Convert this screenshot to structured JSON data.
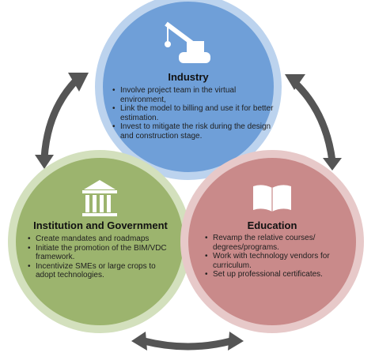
{
  "nodes": {
    "industry": {
      "title": "Industry",
      "bullets": [
        "Involve project team in the virtual environment,",
        "Link the model to billing and use it for better estimation.",
        "Invest to mitigate the risk during the design and construction stage."
      ],
      "fill": "#6f9fd8",
      "ring": "#bcd3ee",
      "icon": "crane-icon"
    },
    "institution": {
      "title": "Institution and Government",
      "bullets": [
        "Create mandates and roadmaps",
        "Initiate the promotion of the BIM/VDC  framework.",
        "Incentivize SMEs or large crops to adopt technologies."
      ],
      "fill": "#9cb46e",
      "ring": "#d3e0bd",
      "icon": "government-building-icon"
    },
    "education": {
      "title": "Education",
      "bullets": [
        "Revamp the relative courses/ degrees/programs.",
        "Work with technology vendors for curriculum.",
        "Set up professional certificates."
      ],
      "fill": "#c98a8a",
      "ring": "#e7c9c9",
      "icon": "open-book-icon"
    }
  },
  "arrow_color": "#555555"
}
